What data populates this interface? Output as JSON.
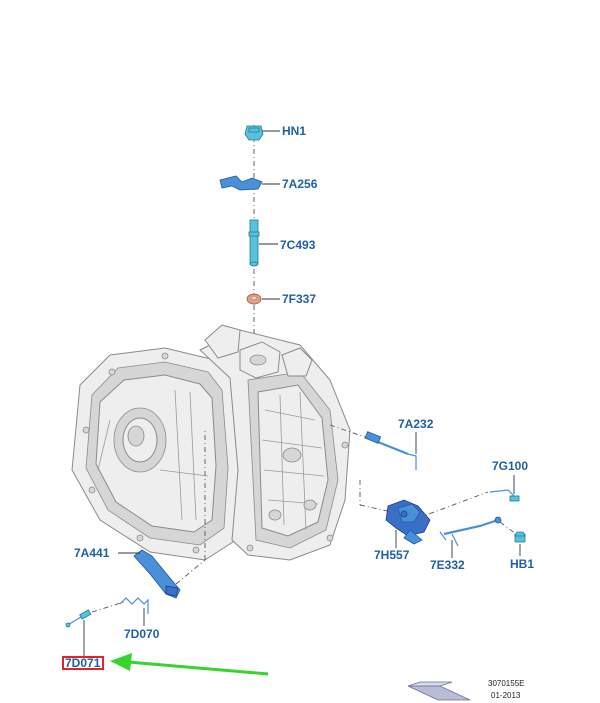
{
  "labels": {
    "hn1": "HN1",
    "7a256": "7A256",
    "7c493": "7C493",
    "7f337": "7F337",
    "7a232": "7A232",
    "7g100": "7G100",
    "7h557": "7H557",
    "hb1": "HB1",
    "7e332": "7E332",
    "7a441": "7A441",
    "7d070": "7D070",
    "7d071": "7D071"
  },
  "reference": {
    "number": "3070155E",
    "date": "01-2013"
  },
  "highlight": {
    "box_color": "#e8202a",
    "arrow_color": "#35d52e",
    "target_label": "7D071"
  },
  "colors": {
    "label_text": "#1f5fa8",
    "part_blue": "#4a90d9",
    "part_cyan": "#58c2dd",
    "casing": "#eeeeee"
  }
}
